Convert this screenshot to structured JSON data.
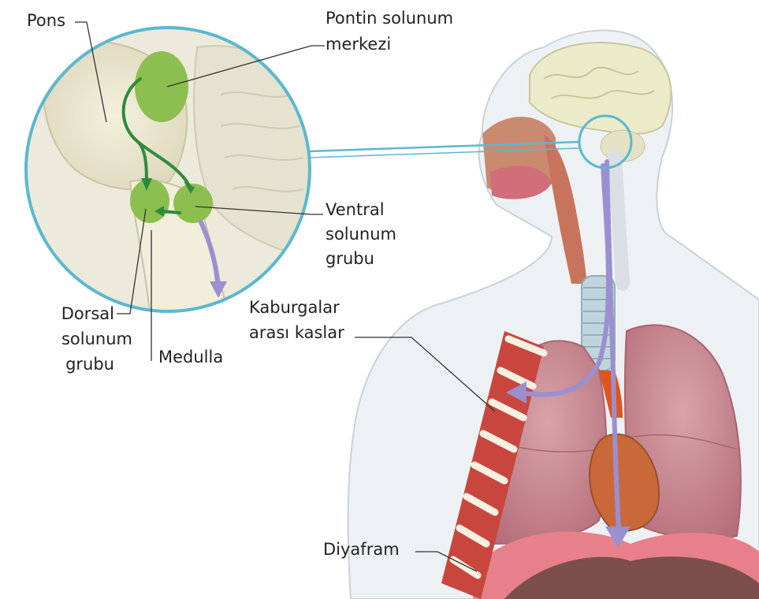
{
  "labels": {
    "pons": "Pons",
    "pontin_line1": "Pontin solunum",
    "pontin_line2": "merkezi",
    "ventral_line1": "Ventral",
    "ventral_line2": "solunum",
    "ventral_line3": "grubu",
    "dorsal_line1": "Dorsal",
    "dorsal_line2": "solunum",
    "dorsal_line3": "grubu",
    "medulla": "Medulla",
    "kaburgalar_line1": "Kaburgalar",
    "kaburgalar_line2": "arası kaslar",
    "diyafram": "Diyafram"
  },
  "colors": {
    "magnifier_ring": "#5ab8d0",
    "respiratory_centers": "#8cbf4f",
    "neural_signal_green": "#2e8b3c",
    "nerve_pathway_purple": "#9b8fd0",
    "muscle_red": "#c8463e",
    "lung_pink": "#c98a93",
    "body_outline": "#c7d3db"
  }
}
